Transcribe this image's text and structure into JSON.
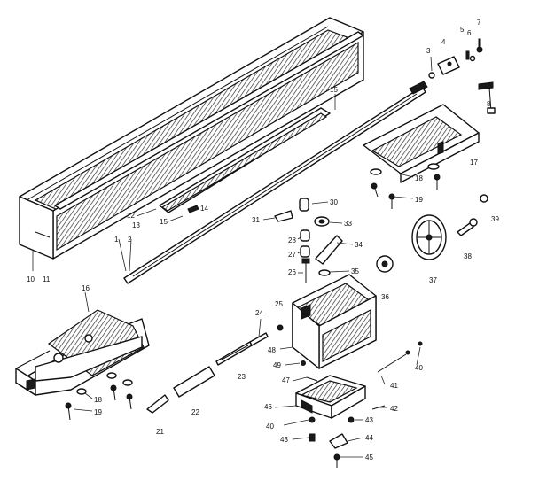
{
  "colors": {
    "ink": "#111111",
    "paper": "#ffffff"
  },
  "callouts": {
    "c1": "1",
    "c2": "2",
    "c3": "3",
    "c4": "4",
    "c5": "5",
    "c6": "6",
    "c7": "7",
    "c8": "8",
    "c10": "10",
    "c11": "11",
    "c12": "12",
    "c13": "13",
    "c14": "14",
    "c15a": "15",
    "c15b": "15",
    "c16": "16",
    "c17": "17",
    "c18a": "18",
    "c18b": "18",
    "c19a": "19",
    "c19b": "19",
    "c21": "21",
    "c22": "22",
    "c23": "23",
    "c24": "24",
    "c25": "25",
    "c26": "26",
    "c27": "27",
    "c28": "28",
    "c30": "30",
    "c31": "31",
    "c33": "33",
    "c34": "34",
    "c35": "35",
    "c36": "36",
    "c37": "37",
    "c38": "38",
    "c39": "39",
    "c40a": "40",
    "c40b": "40",
    "c41": "41",
    "c42": "42",
    "c43a": "43",
    "c43b": "43",
    "c44": "44",
    "c45": "45",
    "c46": "46",
    "c47": "47",
    "c48": "48",
    "c49": "49"
  }
}
